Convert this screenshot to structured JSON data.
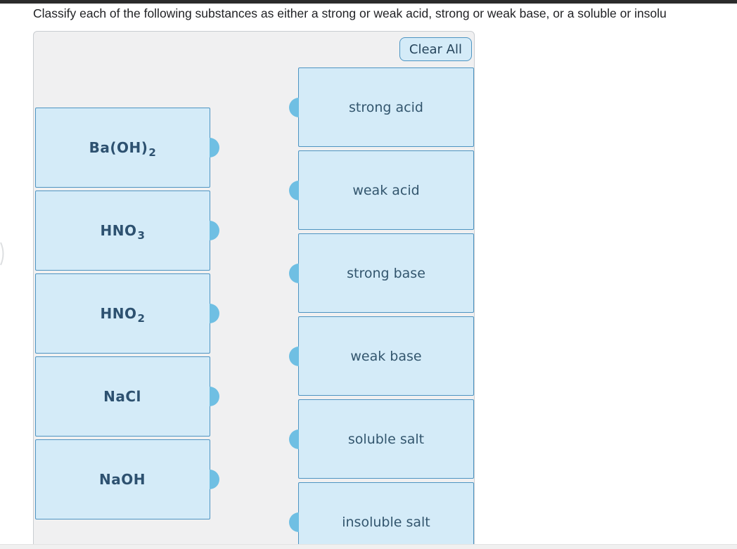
{
  "page": {
    "title": "Classify each of the following substances as either a strong or weak acid, strong or weak base, or a soluble or insolu"
  },
  "board": {
    "clear_all_label": "Clear All"
  },
  "substances": [
    {
      "formula_main": "Ba(OH)",
      "formula_sub": "2"
    },
    {
      "formula_main": "HNO",
      "formula_sub": "3"
    },
    {
      "formula_main": "HNO",
      "formula_sub": "2"
    },
    {
      "formula_main": "NaCl",
      "formula_sub": ""
    },
    {
      "formula_main": "NaOH",
      "formula_sub": ""
    }
  ],
  "categories": [
    {
      "label": "strong acid"
    },
    {
      "label": "weak acid"
    },
    {
      "label": "strong base"
    },
    {
      "label": "weak base"
    },
    {
      "label": "soluble salt"
    },
    {
      "label": "insoluble salt"
    }
  ],
  "colors": {
    "card_fill": "#d4ebf8",
    "card_border": "#4d94c2",
    "connector_dot": "#6fbfe3",
    "panel_background": "#f0f0f1",
    "formula_text": "#2d5170",
    "category_text": "#33566e",
    "button_text": "#26455c",
    "top_bar": "#2b2b2b"
  }
}
